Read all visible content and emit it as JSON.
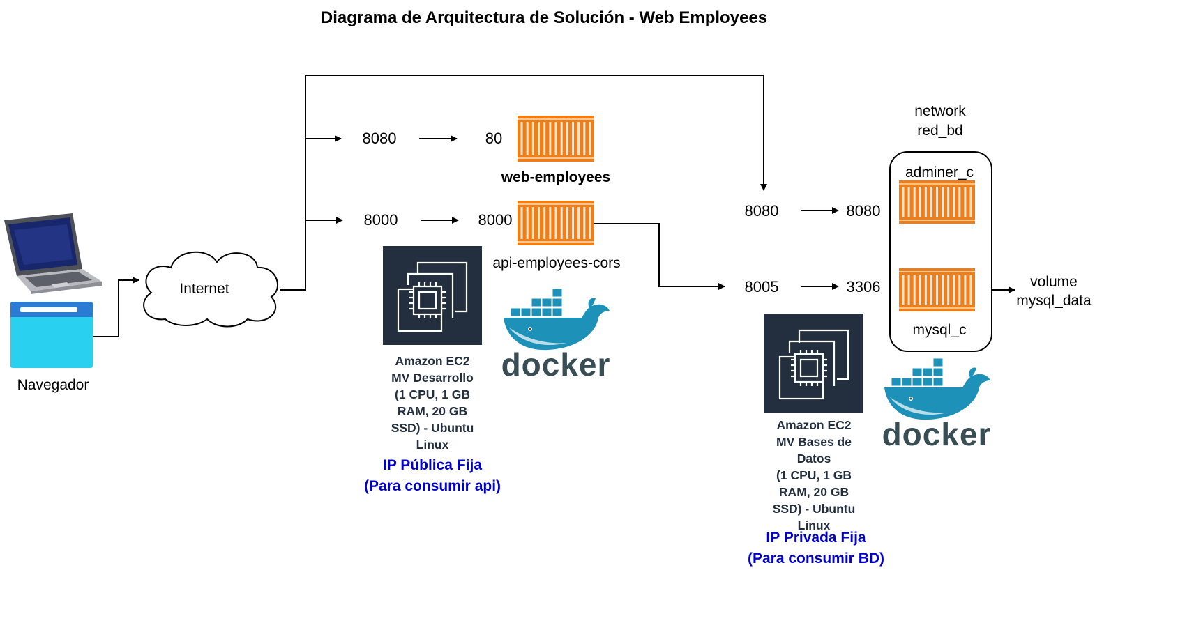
{
  "title": "Diagrama de Arquitectura de Solución - Web Employees",
  "client": {
    "label": "Navegador"
  },
  "internet": {
    "label": "Internet"
  },
  "dev_vm": {
    "ports": {
      "web_host": "8080",
      "web_container": "80",
      "api_host": "8000",
      "api_container": "8000"
    },
    "containers": {
      "web": "web-employees",
      "api": "api-employees-cors"
    },
    "ec2_caption": "Amazon EC2\nMV Desarrollo\n(1 CPU, 1 GB\nRAM, 20 GB\nSSD) - Ubuntu\nLinux",
    "ip_caption": "IP Pública Fija\n(Para consumir api)",
    "docker_label": "docker"
  },
  "db_vm": {
    "ports": {
      "adminer_host": "8080",
      "adminer_container": "8080",
      "mysql_host": "8005",
      "mysql_container": "3306"
    },
    "network_label": "network\nred_bd",
    "containers": {
      "adminer": "adminer_c",
      "mysql": "mysql_c"
    },
    "volume_label": "volume\nmysql_data",
    "ec2_caption": "Amazon EC2\nMV Bases de\nDatos\n(1 CPU, 1 GB\nRAM, 20 GB\nSSD) - Ubuntu\nLinux",
    "ip_caption": "IP Privada Fija\n(Para consumir BD)",
    "docker_label": "docker"
  },
  "colors": {
    "container": "#f07e16",
    "ec2_bg": "#232f3e",
    "ip_text": "#0000cc",
    "docker_blue": "#1d91b8",
    "docker_text": "#394d54"
  }
}
